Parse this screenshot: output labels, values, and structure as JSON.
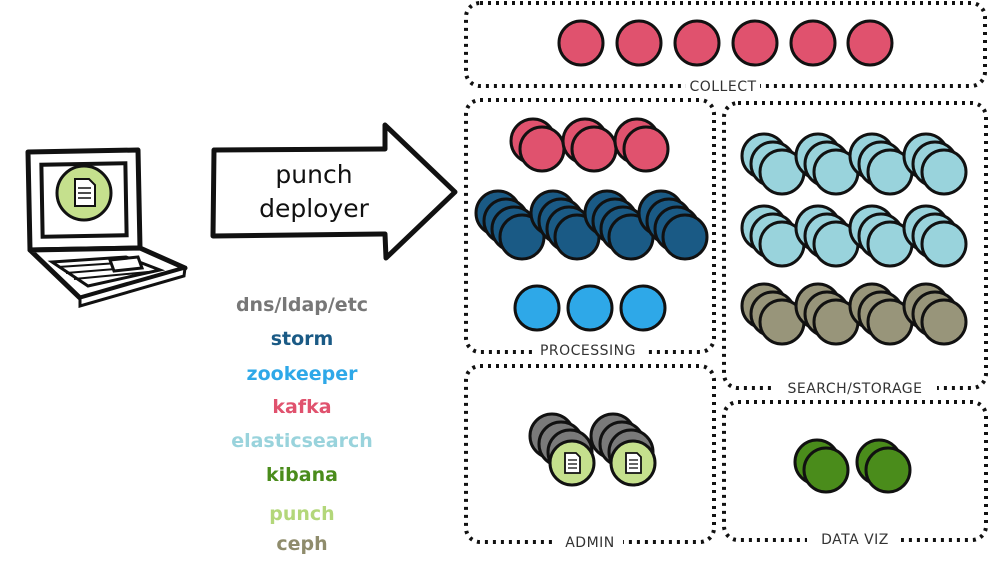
{
  "arrow": {
    "line1": "punch",
    "line2": "deployer"
  },
  "legend": [
    {
      "label": "dns/ldap/etc",
      "color": "#777777"
    },
    {
      "label": "storm",
      "color": "#1a5a85"
    },
    {
      "label": "zookeeper",
      "color": "#2ea8e8"
    },
    {
      "label": "kafka",
      "color": "#e0526e"
    },
    {
      "label": "elasticsearch",
      "color": "#99d3dc"
    },
    {
      "label": "kibana",
      "color": "#4a8c1b"
    },
    {
      "label": "punch",
      "color": "#b3d77a"
    },
    {
      "label": "ceph",
      "color": "#8f8c6c"
    }
  ],
  "panels": {
    "collect": "COLLECT",
    "processing": "PROCESSING",
    "search_storage": "SEARCH/STORAGE",
    "admin": "ADMIN",
    "data_viz": "DATA VIZ"
  },
  "colors": {
    "kafka": "#e0526e",
    "storm": "#1a5a85",
    "zookeeper": "#2ea8e8",
    "elasticsearch": "#99d3dc",
    "ceph": "#98957a",
    "kibana": "#4a8c1b",
    "punch": "#c5e08d",
    "dns": "#7a7a7a"
  },
  "icons": {
    "laptop": "laptop-icon",
    "document": "document-icon",
    "arrow": "right-arrow-icon"
  }
}
